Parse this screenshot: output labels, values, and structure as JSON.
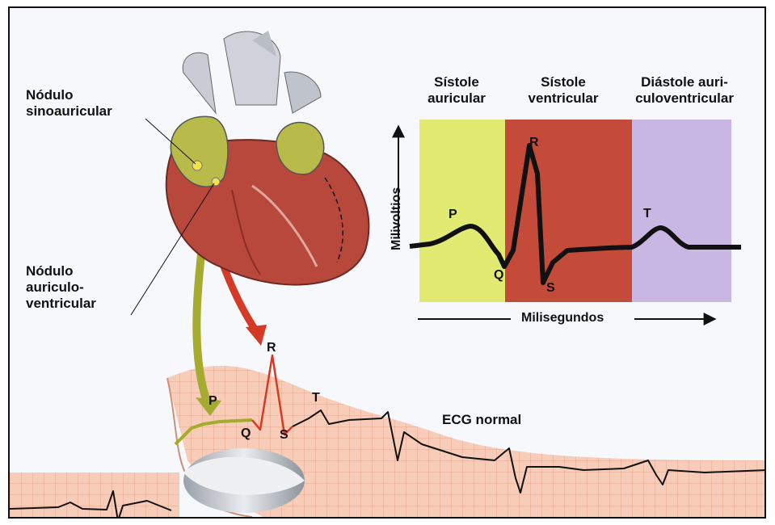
{
  "labels": {
    "sa_node": "Nódulo\nsinoauricular",
    "av_node": "Nódulo\nauriculo-\nventricular",
    "ecg_normal": "ECG normal"
  },
  "phases": {
    "atrial_systole": "Sístole\nauricular",
    "ventricular_systole": "Sístole\nventricular",
    "av_diastole": "Diástole auri-\nculoventricular"
  },
  "axes": {
    "y": "Milivoltios",
    "x": "Milisegundos"
  },
  "waves": {
    "P": "P",
    "Q": "Q",
    "R": "R",
    "S": "S",
    "T": "T"
  },
  "colors": {
    "atrial_systole": "#e3ea72",
    "ventricular_systole": "#c44a3a",
    "av_diastole": "#c8b6e3",
    "ecg_paper": "#f5c9b4",
    "trace": "#111111",
    "arrow_green": "#a4ab2e",
    "arrow_red": "#d43a26"
  },
  "icons": [
    "heart-illustration",
    "ecg-paper-strip"
  ]
}
